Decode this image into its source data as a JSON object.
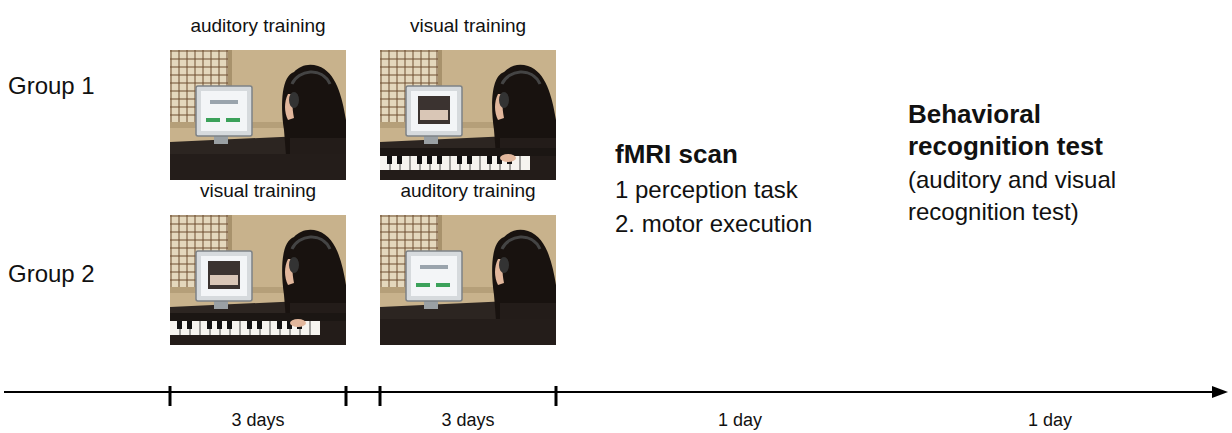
{
  "diagram": {
    "nodes": [
      {
        "text": [
          "auditory training"
        ]
      },
      {
        "text": [
          "visual training"
        ]
      },
      {
        "text": [
          "visual training"
        ]
      },
      {
        "text": [
          "auditory training"
        ]
      }
    ],
    "labels": [
      "Group 1",
      "Group 2",
      "fMRI scan",
      "1 perception task",
      "2. motor execution",
      "Behavioral recognition test",
      "(auditory and visual recognition test)",
      "3 days",
      "3 days",
      "1 day",
      "1 day"
    ]
  }
}
